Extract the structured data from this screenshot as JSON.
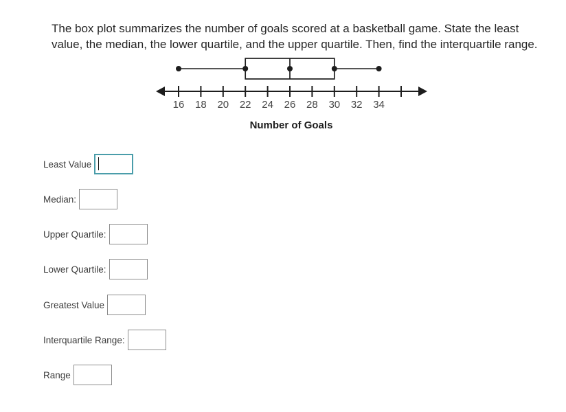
{
  "instructions": {
    "line1": "The box plot summarizes the number of goals scored at a basketball game. State the least",
    "line2": "value, the median, the lower quartile, and the upper quartile. Then, find the interquartile range."
  },
  "chart_data": {
    "type": "boxplot",
    "title": "",
    "xlabel": "Number of Goals",
    "least_value": 16,
    "lower_quartile": 22,
    "median": 26,
    "upper_quartile": 30,
    "greatest_value": 34,
    "tick_values": [
      16,
      18,
      20,
      22,
      24,
      26,
      28,
      30,
      32,
      34
    ],
    "tick_labels": [
      "16",
      "18",
      "20",
      "22",
      "24",
      "26",
      "28",
      "30",
      "32",
      "34"
    ],
    "unlabeled_tick_values": [
      36
    ],
    "axis_arrows": "both",
    "axis_range": [
      14,
      37
    ]
  },
  "form": {
    "fields": [
      {
        "label": "Least Value",
        "value": "",
        "focused": true
      },
      {
        "label": "Median:",
        "value": "",
        "focused": false
      },
      {
        "label": "Upper Quartile:",
        "value": "",
        "focused": false
      },
      {
        "label": "Lower Quartile:",
        "value": "",
        "focused": false
      },
      {
        "label": "Greatest Value",
        "value": "",
        "focused": false
      },
      {
        "label": "Interquartile Range:",
        "value": "",
        "focused": false
      },
      {
        "label": "Range",
        "value": "",
        "focused": false
      }
    ]
  },
  "colors": {
    "ink": "#1d1d1d",
    "tick_label_text": "#454545",
    "field_label_text": "#3d3d3d",
    "input_border": "#8c8c8c",
    "focus_border": "#4a9daa"
  }
}
